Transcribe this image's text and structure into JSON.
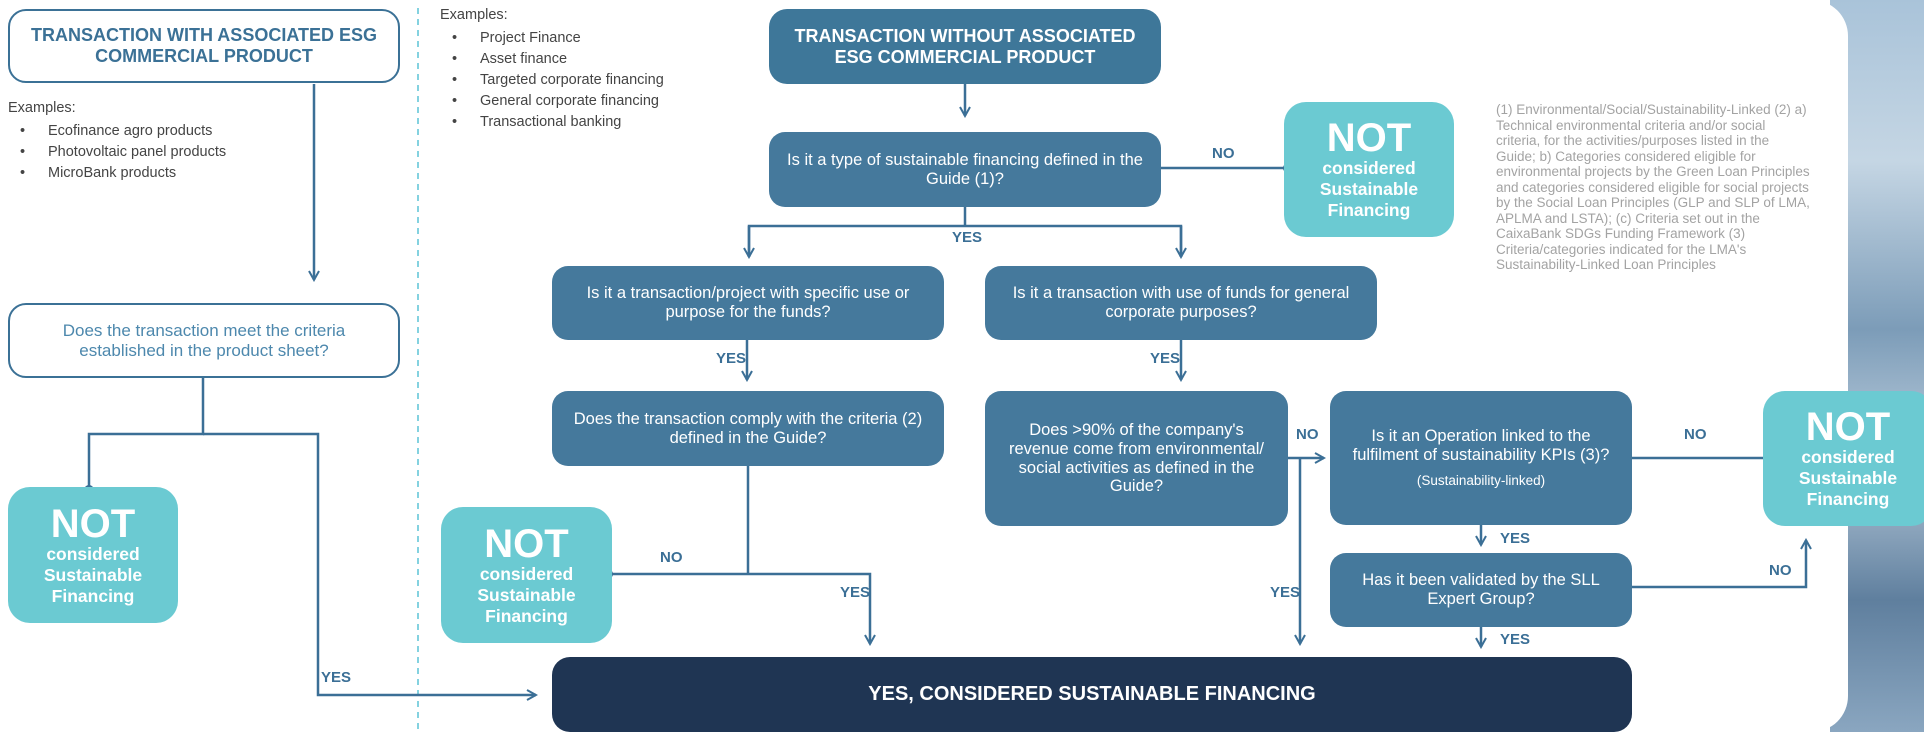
{
  "left_header": "TRANSACTION WITH ASSOCIATED ESG COMMERCIAL PRODUCT",
  "left_examples": {
    "title": "Examples:",
    "items": [
      "Ecofinance agro products",
      "Photovoltaic panel products",
      "MicroBank products"
    ]
  },
  "left_question": "Does the transaction meet the criteria established in the product sheet?",
  "middle_examples": {
    "title": "Examples:",
    "items": [
      "Project Finance",
      "Asset finance",
      "Targeted corporate financing",
      "General corporate financing",
      "Transactional banking"
    ]
  },
  "main_header": "TRANSACTION WITHOUT ASSOCIATED ESG COMMERCIAL PRODUCT",
  "q1": "Is it a type of sustainable financing defined in the Guide (1)?",
  "q_specific": "Is it a transaction/project with specific use or purpose for the funds?",
  "q_general": "Is it a transaction with use of funds for general corporate purposes?",
  "q_comply": "Does the transaction comply with the criteria (2) defined in the Guide?",
  "q_revenue": "Does >90% of the company's revenue come from environmental/ social activities as defined in the Guide?",
  "q_kpi": "Is it an Operation linked to the fulfilment of sustainability KPIs (3)?",
  "q_kpi_sub": "(Sustainability-linked)",
  "q_sll": "Has it been validated by the SLL Expert Group?",
  "not_box": {
    "big": "NOT",
    "small": "considered Sustainable Financing"
  },
  "final": "YES, CONSIDERED SUSTAINABLE FINANCING",
  "labels": {
    "yes": "YES",
    "no": "NO"
  },
  "footnote": "(1) Environmental/Social/Sustainability-Linked (2) a) Technical environmental criteria and/or social criteria, for the activities/purposes listed in the Guide; b) Categories considered eligible for environmental projects by the Green Loan Principles and categories considered eligible for social projects by the Social Loan Principles (GLP and SLP of LMA, APLMA and LSTA); (c) Criteria set out in the CaixaBank SDGs Funding Framework (3) Criteria/categories indicated for the LMA's Sustainability-Linked Loan Principles",
  "colors": {
    "dark": "#1f3553",
    "mid": "#45799c",
    "teal": "#6bcad2",
    "line": "#3b6f96",
    "divider": "#5bc3d6"
  }
}
